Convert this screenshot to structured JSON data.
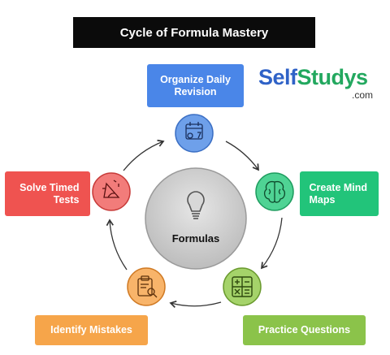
{
  "title": "Cycle of Formula Mastery",
  "logo": {
    "brand_part1": "Self",
    "brand_part2": "Studys",
    "suffix": ".com"
  },
  "center": {
    "label": "Formulas",
    "icon": "lightbulb-icon"
  },
  "steps": [
    {
      "id": "organize",
      "label": "Organize Daily Revision",
      "color": "#4a86e8",
      "icon": "calendar-gear-icon"
    },
    {
      "id": "mindmaps",
      "label": "Create Mind Maps",
      "color": "#22c47a",
      "icon": "brain-icon"
    },
    {
      "id": "practice",
      "label": "Practice Questions",
      "color": "#8bc34a",
      "icon": "calculator-icon"
    },
    {
      "id": "mistakes",
      "label": "Identify Mistakes",
      "color": "#f6a54a",
      "icon": "clipboard-search-icon"
    },
    {
      "id": "timed",
      "label": "Solve Timed Tests",
      "color": "#ef5350",
      "icon": "stopwatch-icon"
    }
  ]
}
